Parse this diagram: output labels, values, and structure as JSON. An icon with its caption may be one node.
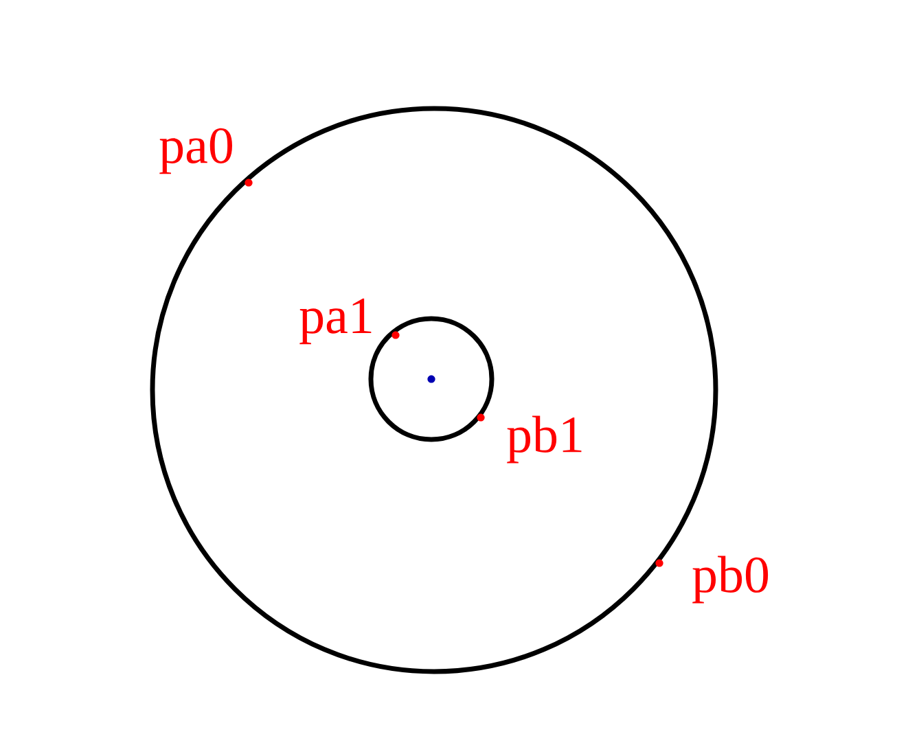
{
  "diagram": {
    "labels": [
      "pa0",
      "pa1",
      "pb1",
      "pb0"
    ]
  }
}
